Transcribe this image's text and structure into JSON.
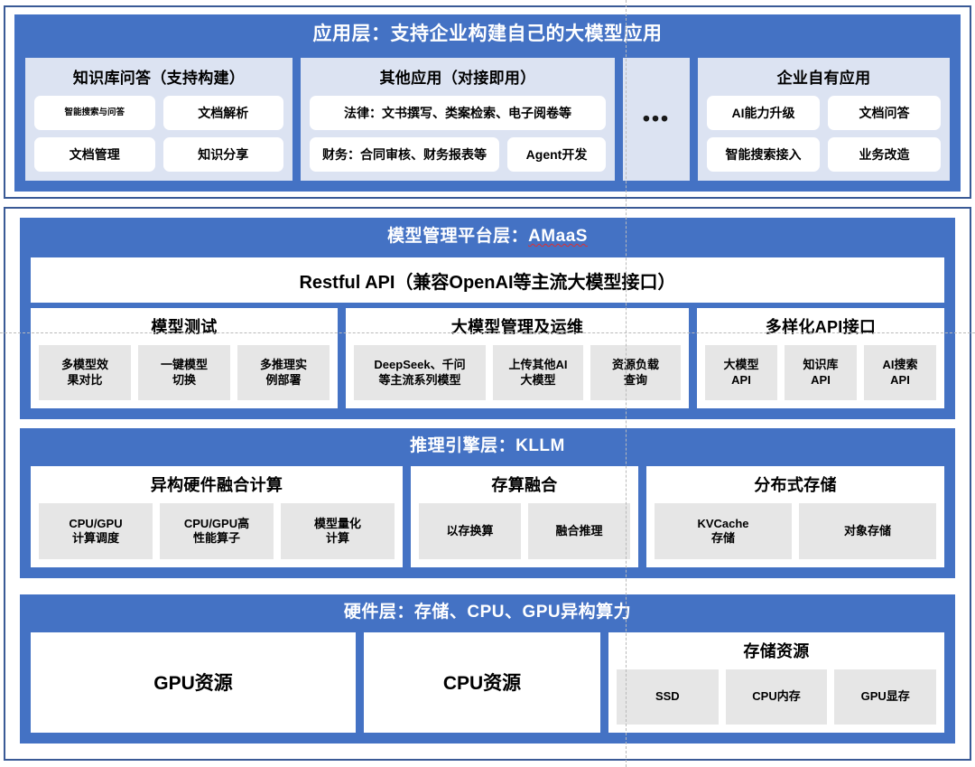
{
  "diagram": {
    "application_layer": {
      "title": "应用层：支持企业构建自己的大模型应用",
      "columns": [
        {
          "name": "knowledge-base",
          "title": "知识库问答（支持构建）",
          "rows": [
            [
              "智能搜索与问答",
              "文档解析"
            ],
            [
              "文档管理",
              "知识分享"
            ]
          ]
        },
        {
          "name": "other-applications",
          "title": "其他应用（对接即用）",
          "rows": [
            [
              "法律：文书撰写、类案检索、电子阅卷等"
            ],
            [
              "财务：合同审核、财务报表等",
              "Agent开发"
            ]
          ]
        },
        {
          "name": "ellipsis",
          "title": "",
          "dots": "•••"
        },
        {
          "name": "enterprise-own",
          "title": "企业自有应用",
          "rows": [
            [
              "AI能力升级",
              "文档问答"
            ],
            [
              "智能搜索接入",
              "业务改造"
            ]
          ]
        }
      ]
    },
    "model_platform_layer": {
      "title_prefix": "模型管理平台层：",
      "title_highlight": "AMaaS",
      "api_bar": "Restful API（兼容OpenAI等主流大模型接口）",
      "cards": [
        {
          "name": "model-test",
          "title": "模型测试",
          "chips": [
            "多模型效\n果对比",
            "一键模型\n切换",
            "多推理实\n例部署"
          ]
        },
        {
          "name": "model-management-ops",
          "title": "大模型管理及运维",
          "chips": [
            "DeepSeek、千问\n等主流系列模型",
            "上传其他AI\n大模型",
            "资源负载\n查询"
          ]
        },
        {
          "name": "diverse-api",
          "title": "多样化API接口",
          "chips": [
            "大模型\nAPI",
            "知识库\nAPI",
            "AI搜索\nAPI"
          ]
        }
      ]
    },
    "inference_engine_layer": {
      "title": "推理引擎层：KLLM",
      "cards": [
        {
          "name": "heterogeneous-compute",
          "title": "异构硬件融合计算",
          "chips": [
            "CPU/GPU\n计算调度",
            "CPU/GPU高\n性能算子",
            "模型量化\n计算"
          ]
        },
        {
          "name": "storage-compute-fusion",
          "title": "存算融合",
          "chips": [
            "以存换算",
            "融合推理"
          ]
        },
        {
          "name": "distributed-storage",
          "title": "分布式存储",
          "chips": [
            "KVCache\n存储",
            "对象存储"
          ]
        }
      ]
    },
    "hardware_layer": {
      "title": "硬件层：存储、CPU、GPU异构算力",
      "gpu_label": "GPU资源",
      "cpu_label": "CPU资源",
      "storage": {
        "title": "存储资源",
        "chips": [
          "SSD",
          "CPU内存",
          "GPU显存"
        ]
      }
    },
    "colors": {
      "panel_blue": "#4472c4",
      "frame_border": "#3a5a96",
      "app_column_bg": "#dce3f2",
      "chip_grey": "#e6e6e6",
      "chip_white": "#ffffff",
      "spellcheck_red": "#e03030"
    }
  }
}
